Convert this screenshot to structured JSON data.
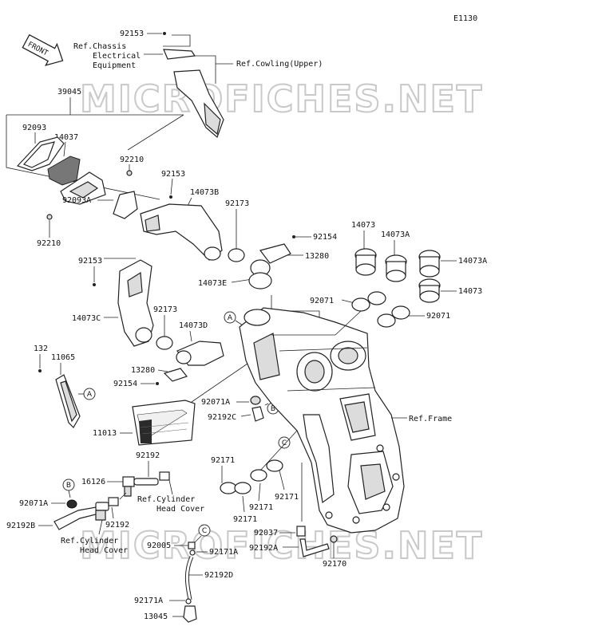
{
  "diagram_code": "E1130",
  "watermark": "MICROFICHES.NET",
  "front_arrow_label": "FRONT",
  "references": {
    "chassis_electrical_line1": "Ref.Chassis",
    "chassis_electrical_line2": "Electrical",
    "chassis_electrical_line3": "Equipment",
    "cowling_upper": "Ref.Cowling(Upper)",
    "frame": "Ref.Frame",
    "cylinder_head_cover_a_line1": "Ref.Cylinder",
    "cylinder_head_cover_a_line2": "Head Cover",
    "cylinder_head_cover_b_line1": "Ref.Cylinder",
    "cylinder_head_cover_b_line2": "Head Cover"
  },
  "circle_refs": {
    "a": "A",
    "b": "B",
    "c": "C"
  },
  "parts": {
    "p92153_top": "92153",
    "p39045": "39045",
    "p92093": "92093",
    "p14037": "14037",
    "p92210_a": "92210",
    "p92210_b": "92210",
    "p92153_mid": "92153",
    "p14073B": "14073B",
    "p92093A": "92093A",
    "p92173_a": "92173",
    "p92154_a": "92154",
    "p13280_a": "13280",
    "p14073E": "14073E",
    "p92153_low": "92153",
    "p14073C": "14073C",
    "p92173_b": "92173",
    "p14073D": "14073D",
    "p132": "132",
    "p11065": "11065",
    "p13280_b": "13280",
    "p92154_b": "92154",
    "p92071A_a": "92071A",
    "p92192C": "92192C",
    "p11013": "11013",
    "p14073_a": "14073",
    "p14073A_a": "14073A",
    "p14073A_b": "14073A",
    "p14073_b": "14073",
    "p92071_a": "92071",
    "p92071_b": "92071",
    "p92192_a": "92192",
    "p16126": "16126",
    "p92071A_b": "92071A",
    "p92192B": "92192B",
    "p92192_b": "92192",
    "p92171_a": "92171",
    "p92171_b": "92171",
    "p92171_c": "92171",
    "p92171_d": "92171",
    "p92037": "92037",
    "p92192A": "92192A",
    "p92170": "92170",
    "p92005": "92005",
    "p92171A_a": "92171A",
    "p92192D": "92192D",
    "p92171A_b": "92171A",
    "p13045": "13045"
  }
}
